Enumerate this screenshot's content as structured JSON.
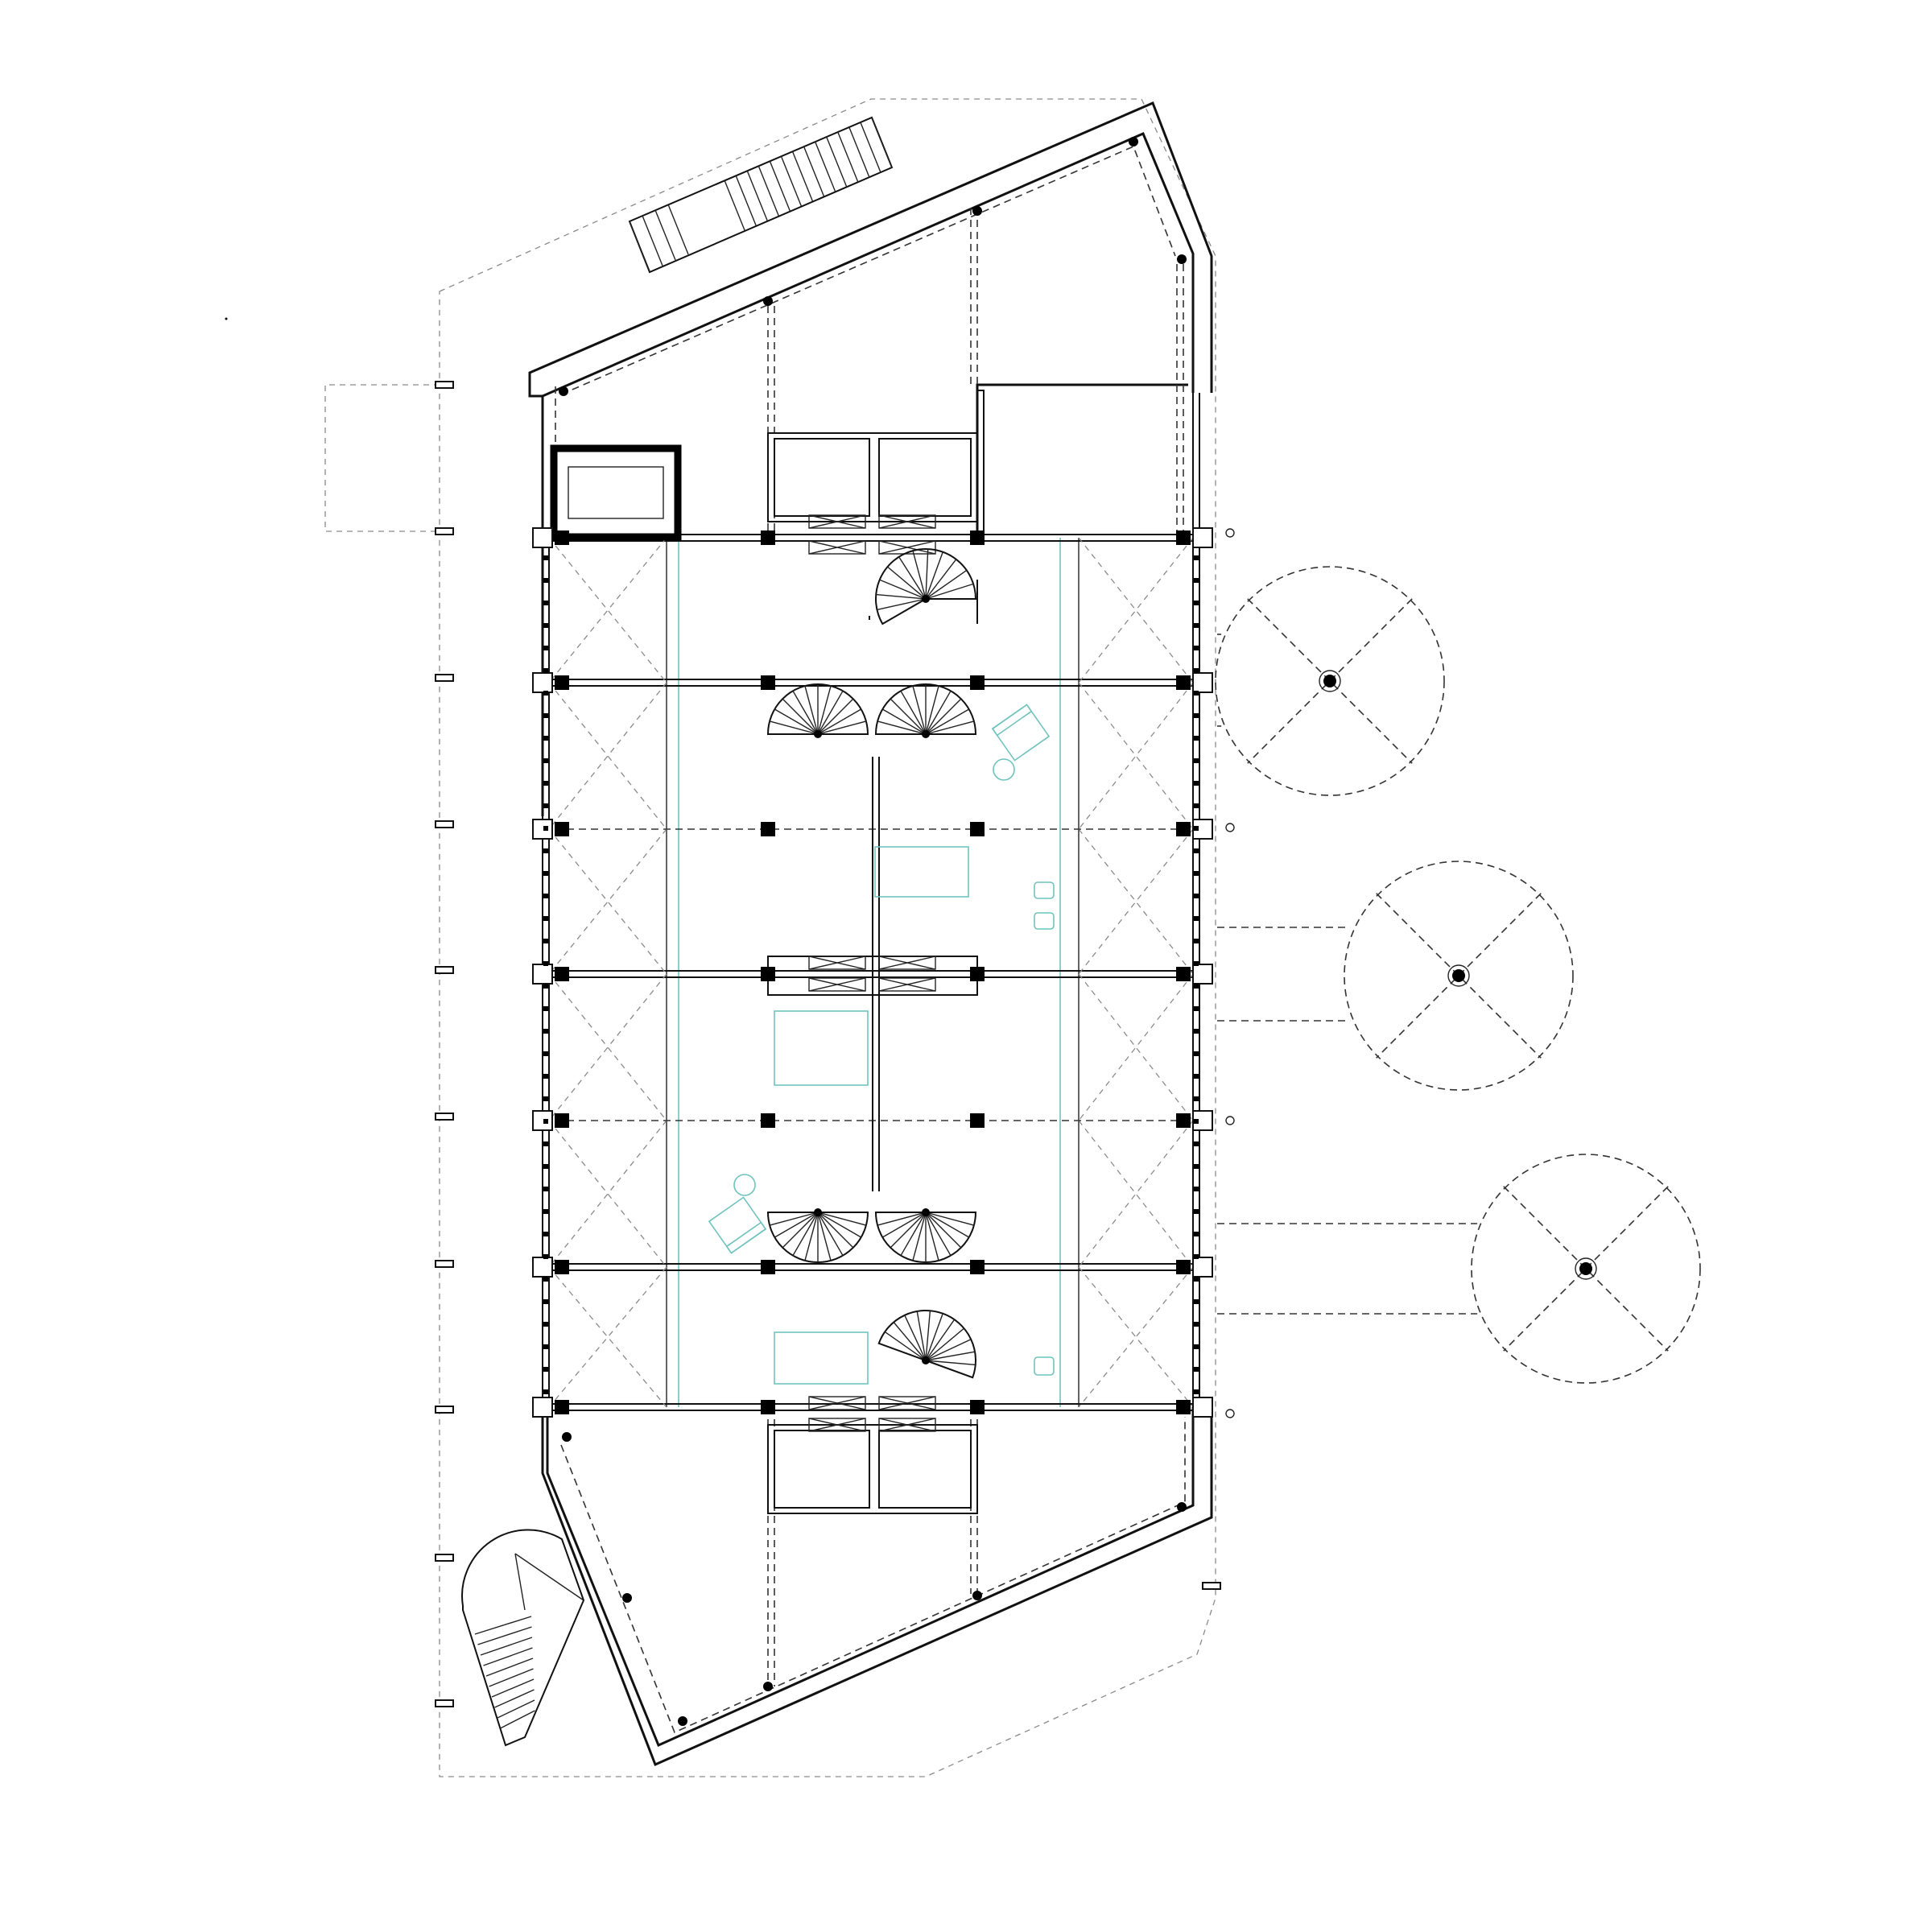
{
  "drawing": {
    "type": "architectural floor plan",
    "line_colors": {
      "structure": "#111111",
      "furniture": "#6fc3be",
      "outline": "#8a8a8a"
    },
    "elements": {
      "spiral_staircases": 7,
      "straight_staircases": 2,
      "trees": 3,
      "bays": 6
    }
  }
}
